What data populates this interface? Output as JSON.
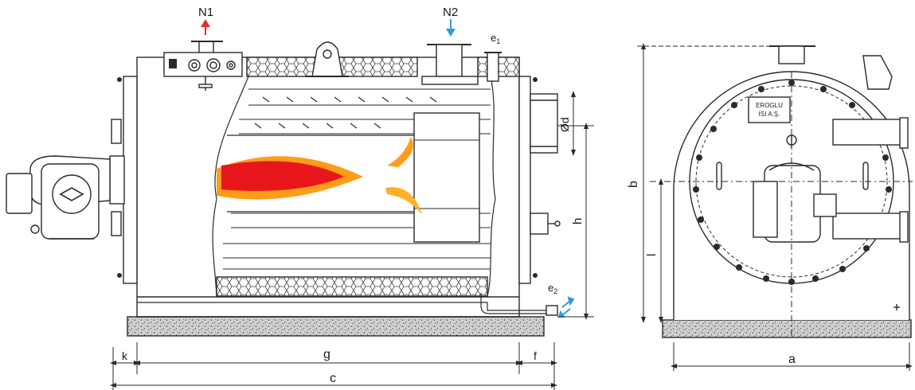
{
  "labels": {
    "n1": "N1",
    "n2": "N2",
    "e1": "e",
    "e1_sub": "1",
    "e2": "e",
    "e2_sub": "2",
    "od": "Ød",
    "h": "h",
    "g": "g",
    "k": "k",
    "f": "f",
    "c": "c",
    "a": "a",
    "b": "b",
    "l": "l"
  },
  "nameplate": {
    "line1": "EROGLU",
    "line2": "ISI A.Ş."
  },
  "colors": {
    "line": "#2a2a2a",
    "n1_arrow": "#e0322b",
    "n2_arrow": "#2f9be0",
    "e2_arrow": "#2f9be0",
    "flame_outer": "#ff9c1a",
    "flame_inner": "#e8161a",
    "flame_core": "#ffd84a",
    "hex_fill": "#d9d9d9",
    "base_fill": "#c8c8c8"
  },
  "icons": [
    "arrow-up-icon",
    "arrow-down-icon",
    "double-arrow-icon",
    "flame-icon"
  ]
}
